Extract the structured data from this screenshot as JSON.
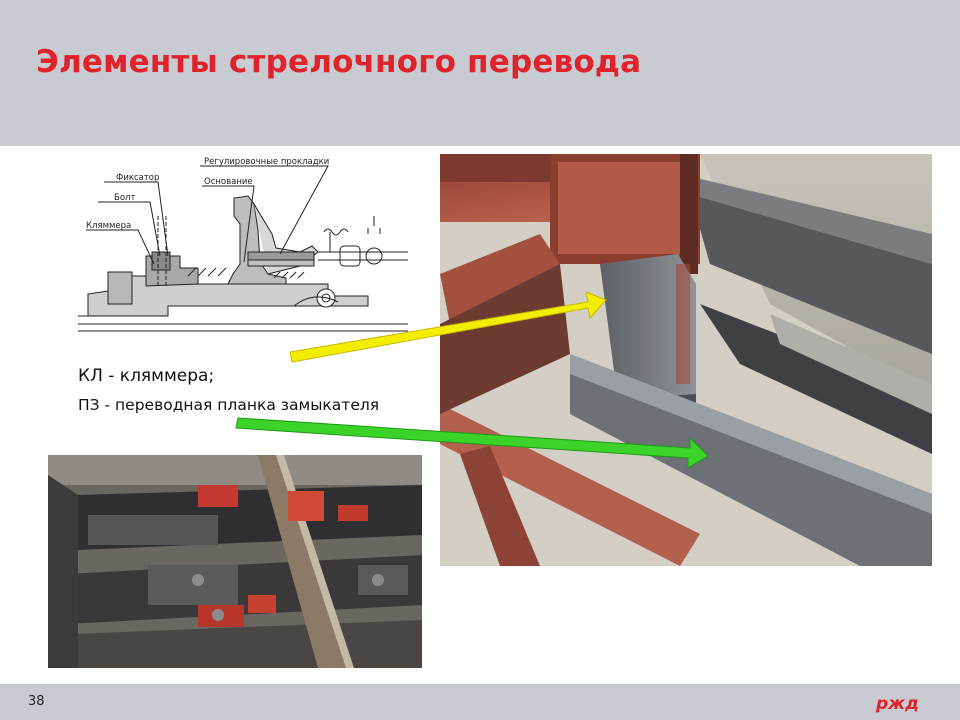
{
  "slide": {
    "title": "Элементы стрелочного перевода",
    "page_number": "38",
    "logo_text": "РЖД",
    "colors": {
      "header_bg": "#c8ccd2",
      "title": "#e0222a",
      "arrow_yellow": "#f3ee00",
      "arrow_green": "#3bd22a"
    }
  },
  "diagram": {
    "labels": {
      "fixator": "Фиксатор",
      "bolt": "Болт",
      "klyammera": "Кляммера",
      "pads": "Регулировочные прокладки",
      "base": "Основание"
    }
  },
  "captions": {
    "kl": "КЛ - кляммера;",
    "pz": "ПЗ - переводная планка замыкателя"
  }
}
